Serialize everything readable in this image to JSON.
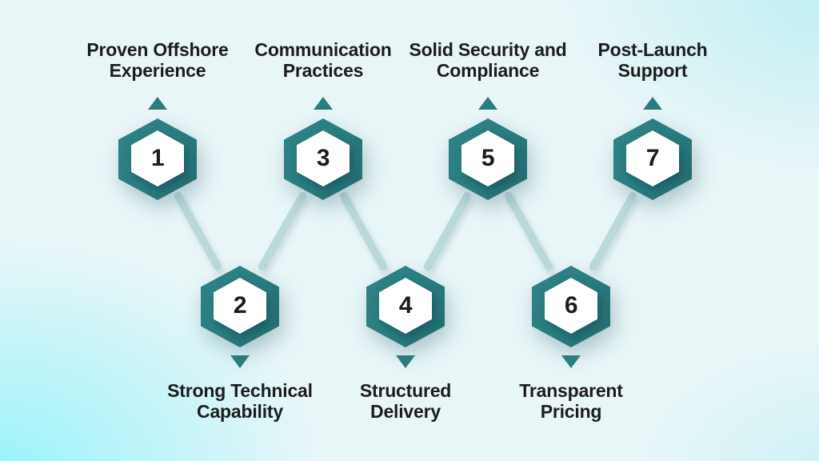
{
  "palette": {
    "teal": "#2A7C7F",
    "teal_light": "#2E8487",
    "teal_dark": "#216B6F",
    "connector": "#B7D7D9",
    "text": "#1C1C1E",
    "hex_inner": "#FFFFFF",
    "bg_base": "#E9F6F8",
    "bg_bright": "#9AF3FA",
    "bg_corner_tr": "#BEEFF3",
    "bg_corner_br": "#CDF2F5"
  },
  "steps": [
    {
      "number": "1",
      "position": "top",
      "label_line1": "Proven Offshore",
      "label_line2": "Experience"
    },
    {
      "number": "2",
      "position": "bottom",
      "label_line1": "Strong Technical",
      "label_line2": "Capability"
    },
    {
      "number": "3",
      "position": "top",
      "label_line1": "Communication",
      "label_line2": "Practices"
    },
    {
      "number": "4",
      "position": "bottom",
      "label_line1": "Structured",
      "label_line2": "Delivery"
    },
    {
      "number": "5",
      "position": "top",
      "label_line1": "Solid Security and",
      "label_line2": "Compliance"
    },
    {
      "number": "6",
      "position": "bottom",
      "label_line1": "Transparent",
      "label_line2": "Pricing"
    },
    {
      "number": "7",
      "position": "top",
      "label_line1": "Post-Launch",
      "label_line2": "Support"
    }
  ]
}
